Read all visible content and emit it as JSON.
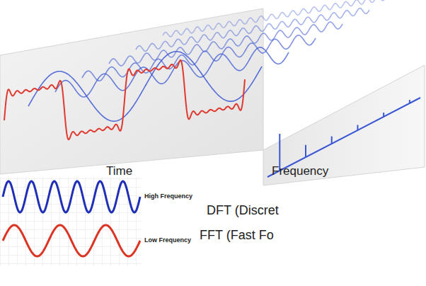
{
  "diagram": {
    "labels": [
      "Time",
      "Frequency",
      "High Frequency",
      "Low Frequency",
      "DFT (Discret",
      "FFT (Fast Fo"
    ]
  }
}
